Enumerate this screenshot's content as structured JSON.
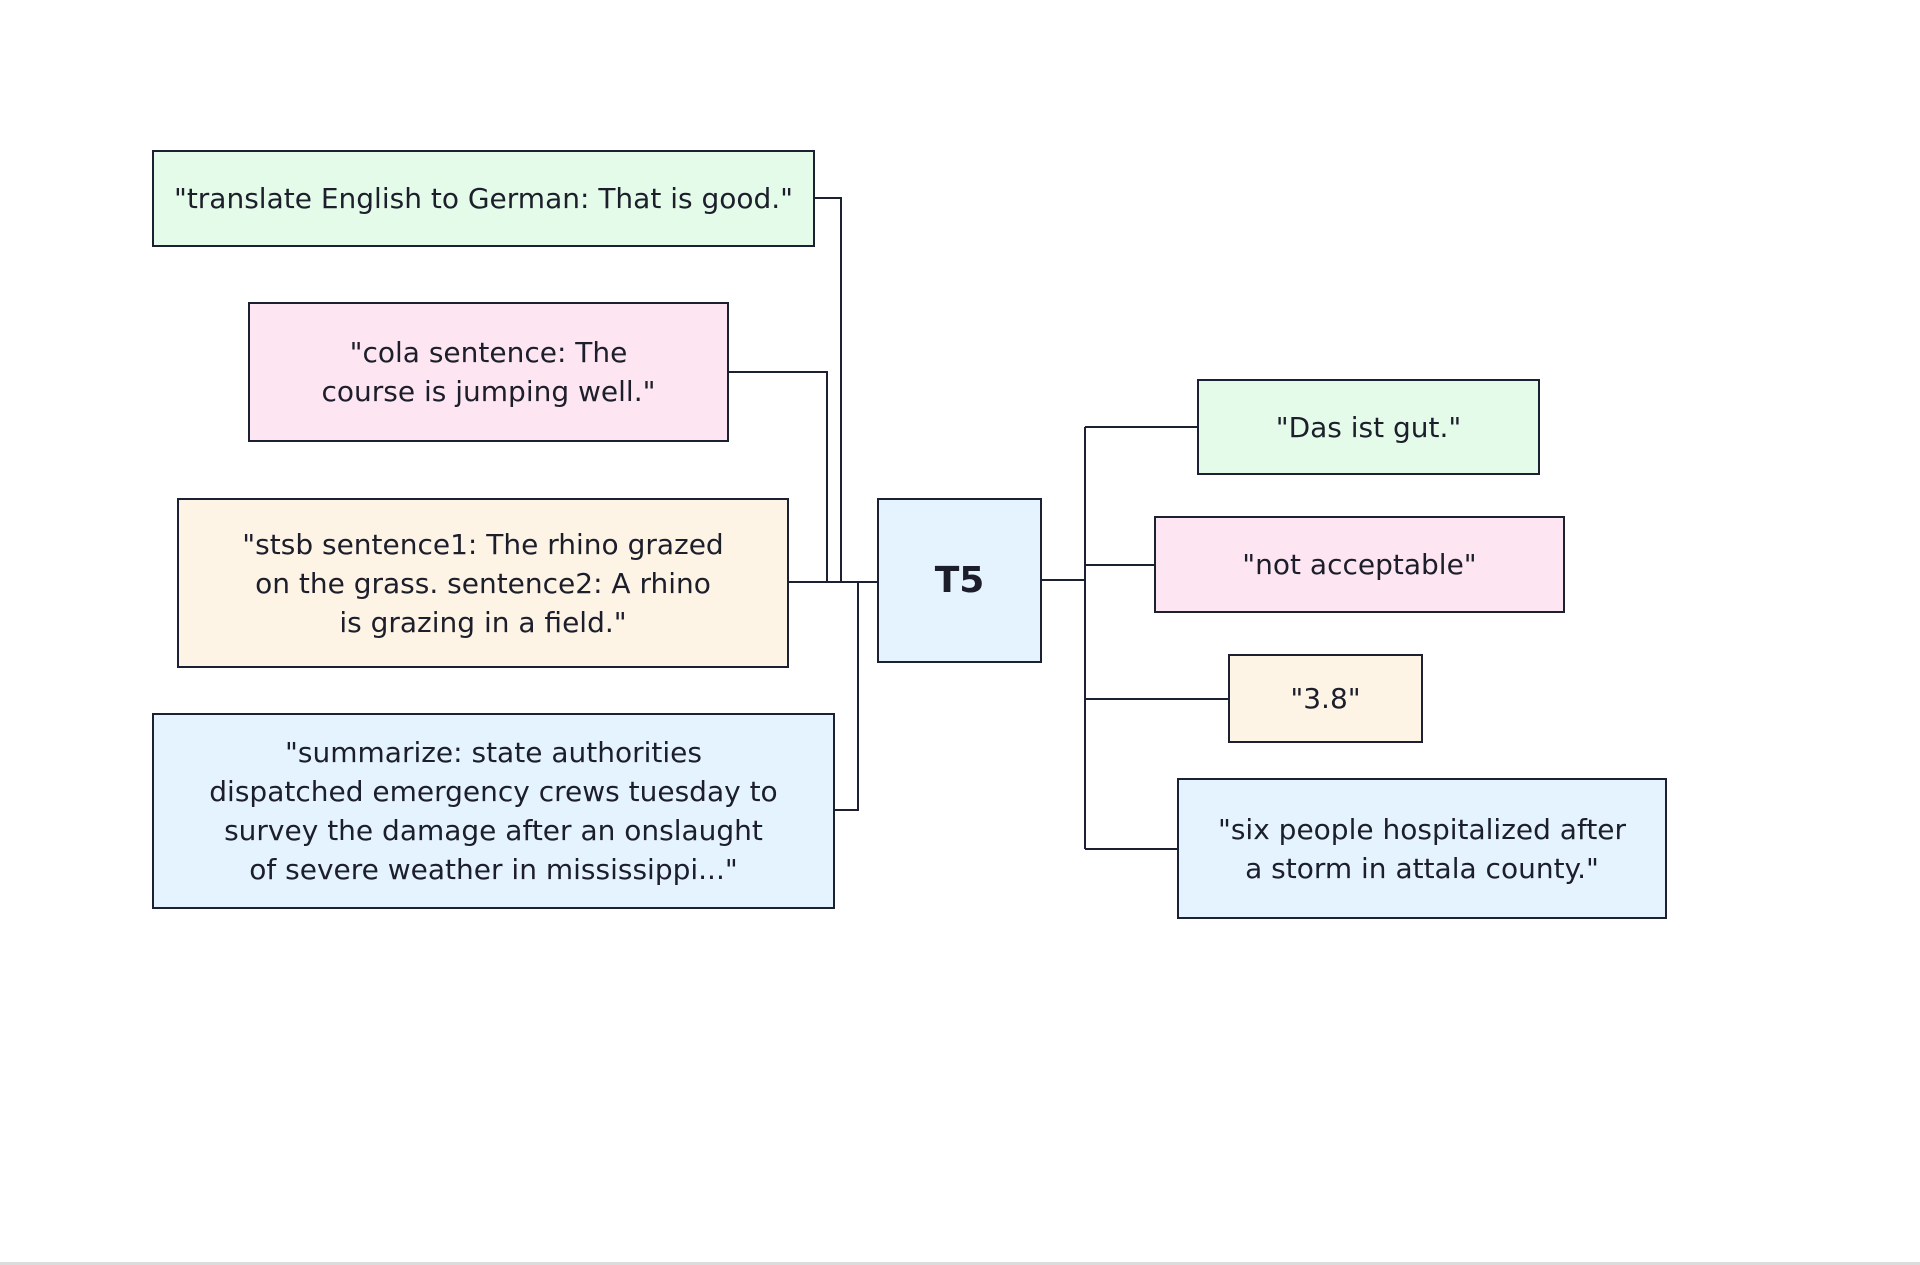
{
  "model": {
    "label": "T5"
  },
  "inputs": [
    {
      "text": "\"translate English to German: That is good.\"",
      "color": "#e5fbe9"
    },
    {
      "text": "\"cola sentence: The\ncourse is jumping well.\"",
      "color": "#fde6f1"
    },
    {
      "text": "\"stsb sentence1: The rhino grazed\non the grass. sentence2: A rhino\nis grazing in a field.\"",
      "color": "#fef4e6"
    },
    {
      "text": "\"summarize: state authorities\ndispatched emergency crews tuesday to\nsurvey the damage after an onslaught\nof severe weather in mississippi...\"",
      "color": "#e4f3fd"
    }
  ],
  "outputs": [
    {
      "text": "\"Das ist gut.\"",
      "color": "#e5fbe9"
    },
    {
      "text": "\"not acceptable\"",
      "color": "#fde6f1"
    },
    {
      "text": "\"3.8\"",
      "color": "#fef4e6"
    },
    {
      "text": "\"six people hospitalized after\na storm in attala county.\"",
      "color": "#e4f3fd"
    }
  ]
}
